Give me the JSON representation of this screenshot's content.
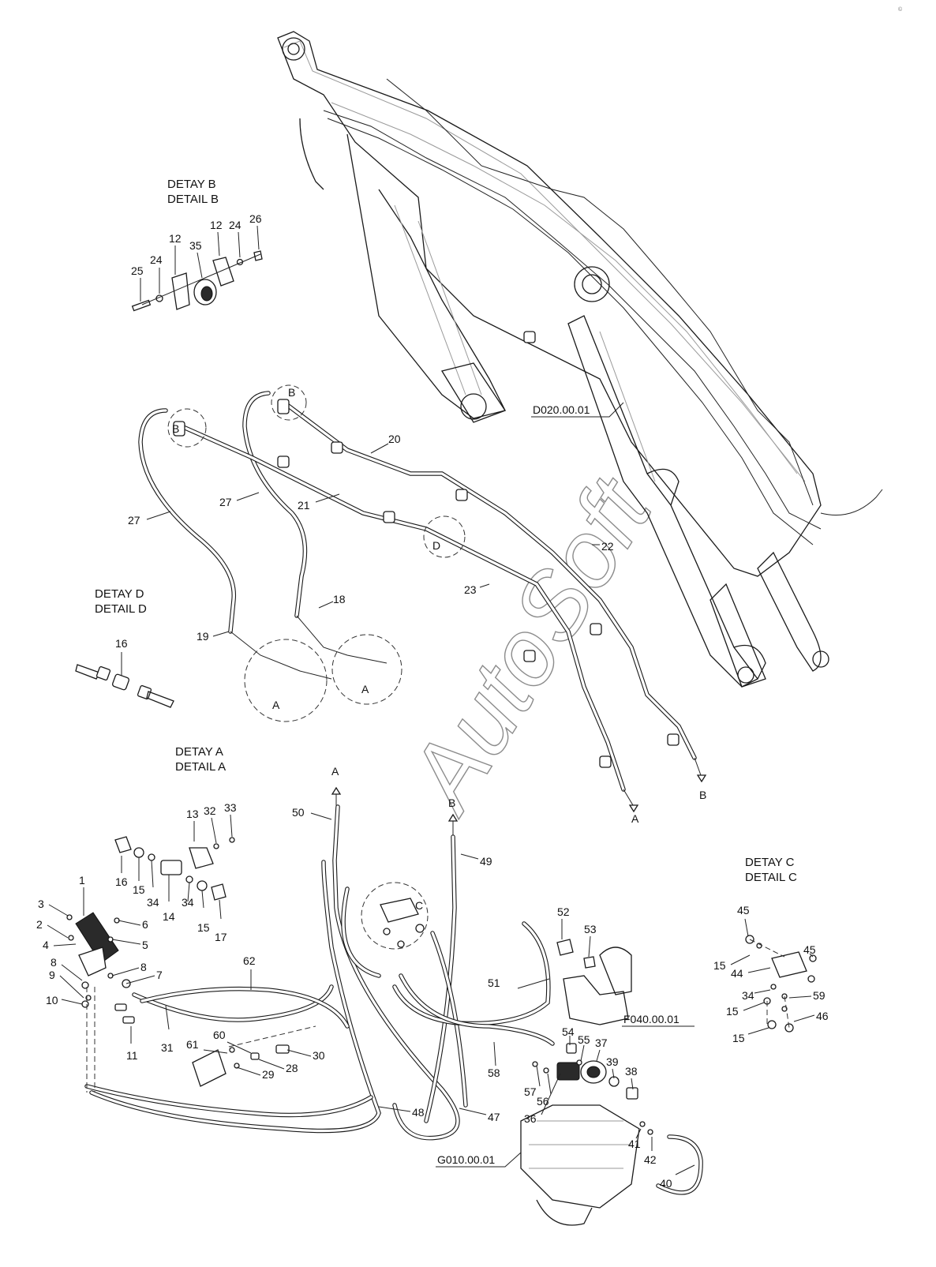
{
  "watermark": "AutoSoft",
  "corner_mark": "©",
  "details": [
    {
      "tr": "DETAY B",
      "en": "DETAIL B"
    },
    {
      "tr": "DETAY D",
      "en": "DETAIL D"
    },
    {
      "tr": "DETAY A",
      "en": "DETAIL A"
    },
    {
      "tr": "DETAY C",
      "en": "DETAIL C"
    }
  ],
  "references": [
    "D020.00.01",
    "F040.00.01",
    "G010.00.01"
  ],
  "circle_tags": [
    "B",
    "B",
    "D",
    "A",
    "A",
    "C"
  ],
  "arrow_tags": [
    "A",
    "B",
    "A",
    "B"
  ],
  "part_labels": [
    "25",
    "24",
    "12",
    "35",
    "12",
    "24",
    "26",
    "20",
    "21",
    "27",
    "27",
    "22",
    "23",
    "18",
    "19",
    "16",
    "50",
    "49",
    "13",
    "32",
    "33",
    "16",
    "15",
    "34",
    "14",
    "34",
    "15",
    "17",
    "1",
    "3",
    "2",
    "4",
    "6",
    "5",
    "8",
    "8",
    "9",
    "7",
    "10",
    "11",
    "62",
    "31",
    "61",
    "60",
    "29",
    "28",
    "30",
    "48",
    "47",
    "51",
    "58",
    "52",
    "53",
    "54",
    "55",
    "37",
    "39",
    "38",
    "57",
    "56",
    "36",
    "41",
    "42",
    "40",
    "45",
    "15",
    "44",
    "45",
    "34",
    "59",
    "15",
    "46",
    "15"
  ]
}
